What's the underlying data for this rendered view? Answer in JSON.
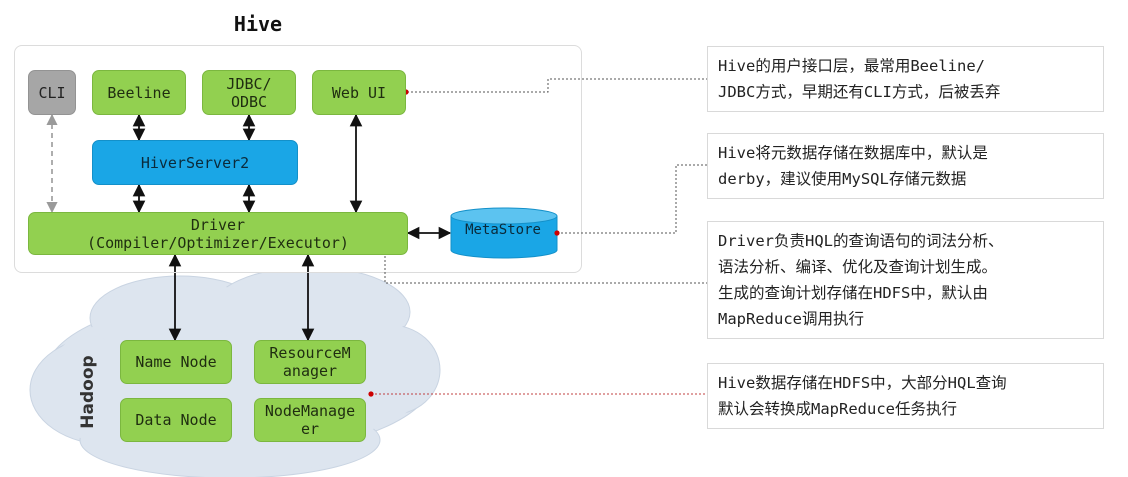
{
  "title": "Hive",
  "components": {
    "cli": "CLI",
    "beeline": "Beeline",
    "jdbc_odbc": [
      "JDBC/",
      "ODBC"
    ],
    "web_ui": "Web UI",
    "hiveserver2": "HiverServer2",
    "driver": [
      "Driver",
      "(Compiler/Optimizer/Executor)"
    ],
    "metastore": "MetaStore"
  },
  "hadoop": {
    "label": "Hadoop",
    "name_node": "Name Node",
    "data_node": "Data Node",
    "resource_manager": [
      "ResourceM",
      "anager"
    ],
    "node_manager": [
      "NodeManage",
      "er"
    ]
  },
  "annotations": {
    "interface": [
      "Hive的用户接口层，最常用Beeline/",
      "JDBC方式，早期还有CLI方式，后被丢弃"
    ],
    "metastore": [
      "Hive将元数据存储在数据库中，默认是",
      "derby，建议使用MySQL存储元数据"
    ],
    "driver": [
      "Driver负责HQL的查询语句的词法分析、",
      "语法分析、编译、优化及查询计划生成。",
      "生成的查询计划存储在HDFS中，默认由",
      "MapReduce调用执行"
    ],
    "hdfs": [
      "Hive数据存储在HDFS中，大部分HQL查询",
      "默认会转换成MapReduce任务执行"
    ]
  },
  "colors": {
    "green": "#92d050",
    "blue": "#1aa6e6",
    "gray": "#a6a6a6",
    "cloud": "#dde5ef",
    "marker": "#cc0000"
  }
}
